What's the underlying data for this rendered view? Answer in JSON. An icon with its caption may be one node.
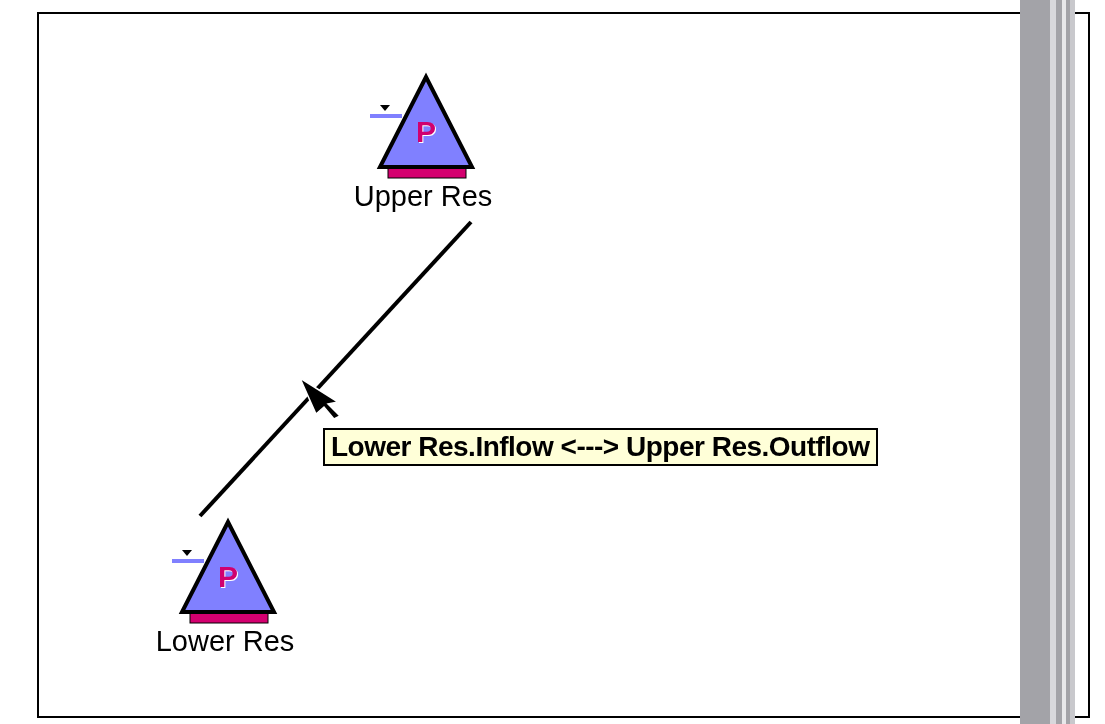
{
  "diagram": {
    "nodes": [
      {
        "text": [
          "P",
          "Upper Res"
        ]
      },
      {
        "text": [
          "P",
          "Lower Res"
        ]
      }
    ],
    "edges": [
      {
        "from": 1,
        "to": 0,
        "arrow": "none"
      }
    ],
    "labels": [
      "Lower Res.Inflow <---> Upper Res.Outflow"
    ]
  }
}
